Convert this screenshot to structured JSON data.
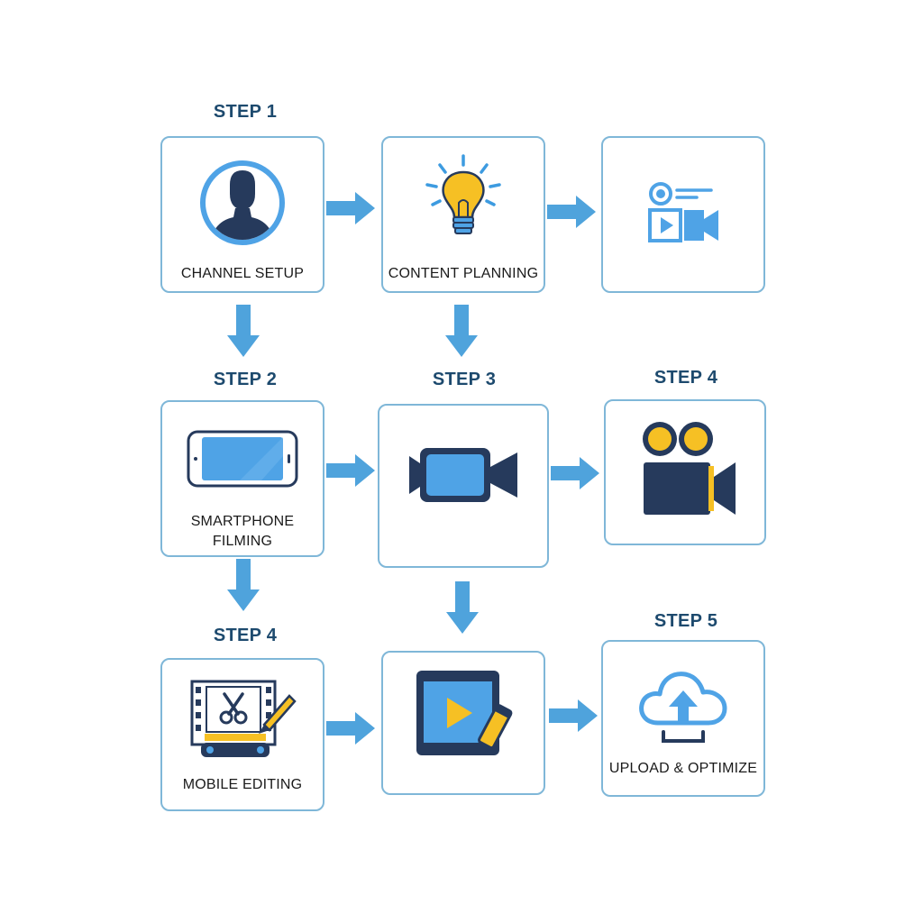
{
  "colors": {
    "card_border": "#7fb7d8",
    "arrow": "#4fa3dc",
    "step_label": "#1d4a6e",
    "icon_navy": "#263a5c",
    "icon_blue": "#4fa3e6",
    "icon_yellow": "#f6c024"
  },
  "step_labels": {
    "s1": "STEP 1",
    "s2": "STEP 2",
    "s3": "STEP 3",
    "s4a": "STEP 4",
    "s4b": "STEP 4",
    "s5": "STEP 5"
  },
  "cards": {
    "channel_setup": {
      "icon": "user-avatar-icon",
      "caption": "CHANNEL SETUP"
    },
    "content_planning": {
      "icon": "lightbulb-icon",
      "caption": "CONTENT PLANNING"
    },
    "video_recorder": {
      "icon": "video-recorder-icon",
      "caption": ""
    },
    "smartphone_filming": {
      "icon": "smartphone-icon",
      "caption_line1": "SMARTPHONE",
      "caption_line2": "FILMING"
    },
    "video_camera": {
      "icon": "video-camera-icon",
      "caption": ""
    },
    "movie_camera": {
      "icon": "movie-camera-icon",
      "caption": ""
    },
    "mobile_editing": {
      "icon": "film-edit-icon",
      "caption": "MOBILE EDITING"
    },
    "video_edit": {
      "icon": "play-edit-icon",
      "caption": ""
    },
    "upload_optimize": {
      "icon": "cloud-upload-icon",
      "caption": "UPLOAD & OPTIMIZE"
    }
  }
}
